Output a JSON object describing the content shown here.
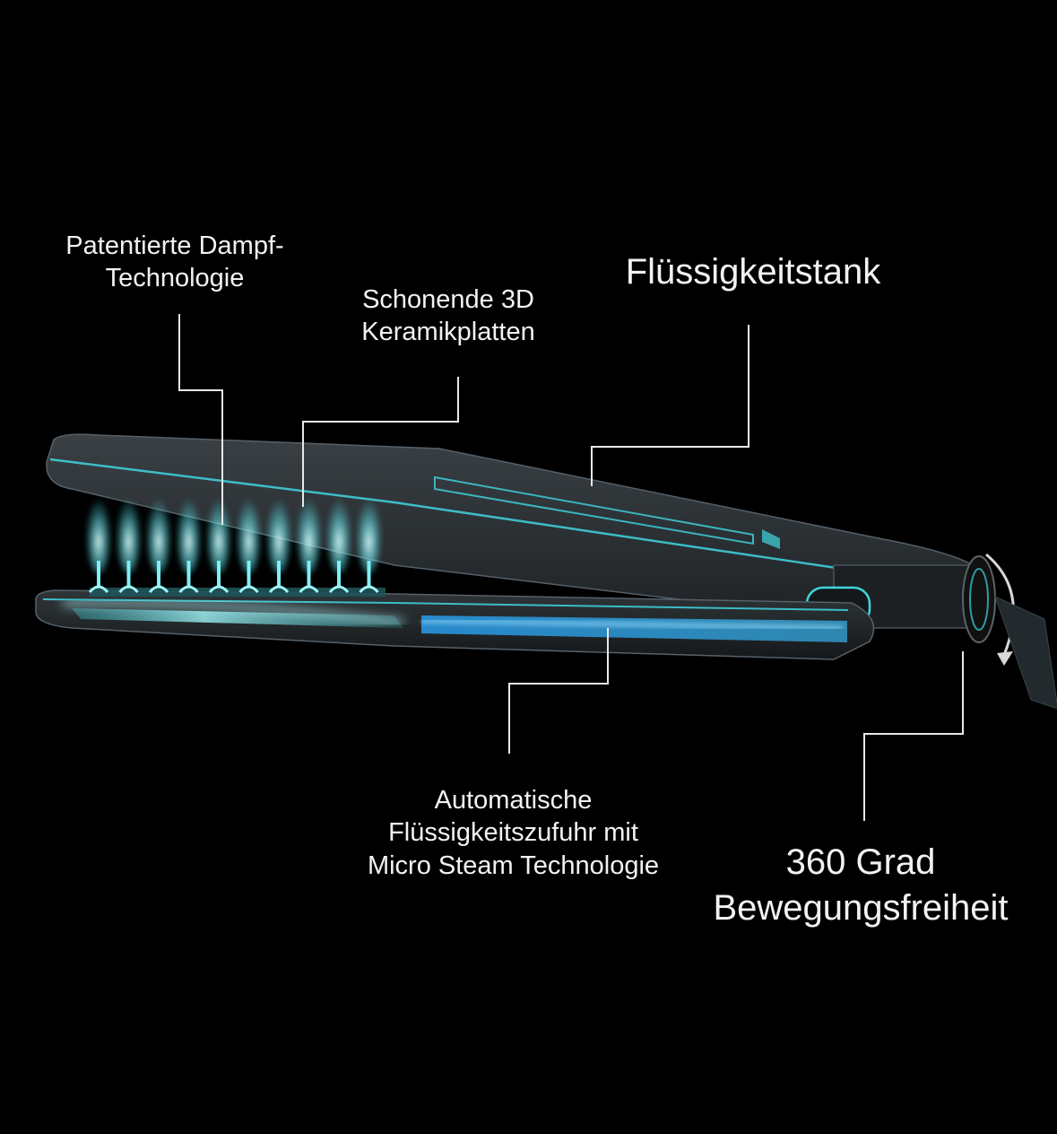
{
  "labels": {
    "steam_line1": "Patentierte Dampf-",
    "steam_line2": "Technologie",
    "plates_line1": "Schonende 3D",
    "plates_line2": "Keramikplatten",
    "tank": "Flüssigkeitstank",
    "supply_line1": "Automatische",
    "supply_line2": "Flüssigkeitszufuhr mit",
    "supply_line3": "Micro Steam Technologie",
    "swivel_line1": "360 Grad",
    "swivel_line2": "Bewegungsfreiheit"
  },
  "colors": {
    "background": "#000000",
    "text": "#f2f2f2",
    "accent": "#3fd6e0",
    "body": "#2b3033"
  }
}
